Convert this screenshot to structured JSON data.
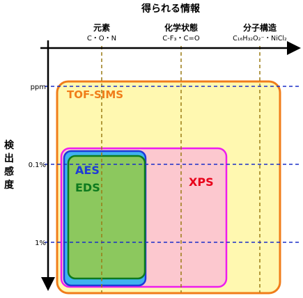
{
  "diagram": {
    "title": "得られる情報",
    "y_axis_label": [
      "検",
      "出",
      "感",
      "度"
    ],
    "columns": [
      {
        "header": "元素",
        "example": "C・O・N"
      },
      {
        "header": "化学状態",
        "example": "C-F₃・C=O"
      },
      {
        "header": "分子構造",
        "example": "C₁₆H₃₂O₂⁻・NiCl₂"
      }
    ],
    "levels": [
      "ppm",
      "0.1%",
      "1%"
    ],
    "techniques": [
      {
        "name": "TOF-SIMS",
        "border": "#f07d1a",
        "fill": "#fff8b0",
        "text_color": "#f07d1a"
      },
      {
        "name": "XPS",
        "border": "#ee1cee",
        "fill": "#fcc8cf",
        "text_color": "#e8001a"
      },
      {
        "name": "AES",
        "border": "#1e3ad8",
        "fill": "#3fb2f0",
        "text_color": "#1e3ad8"
      },
      {
        "name": "EDS",
        "border": "#0e7a1e",
        "fill": "#8cc85e",
        "text_color": "#0e7a1e"
      }
    ],
    "colors": {
      "axis": "#000000",
      "guide_line": "#9a7a14",
      "level_line": "#1a2ec8"
    }
  }
}
